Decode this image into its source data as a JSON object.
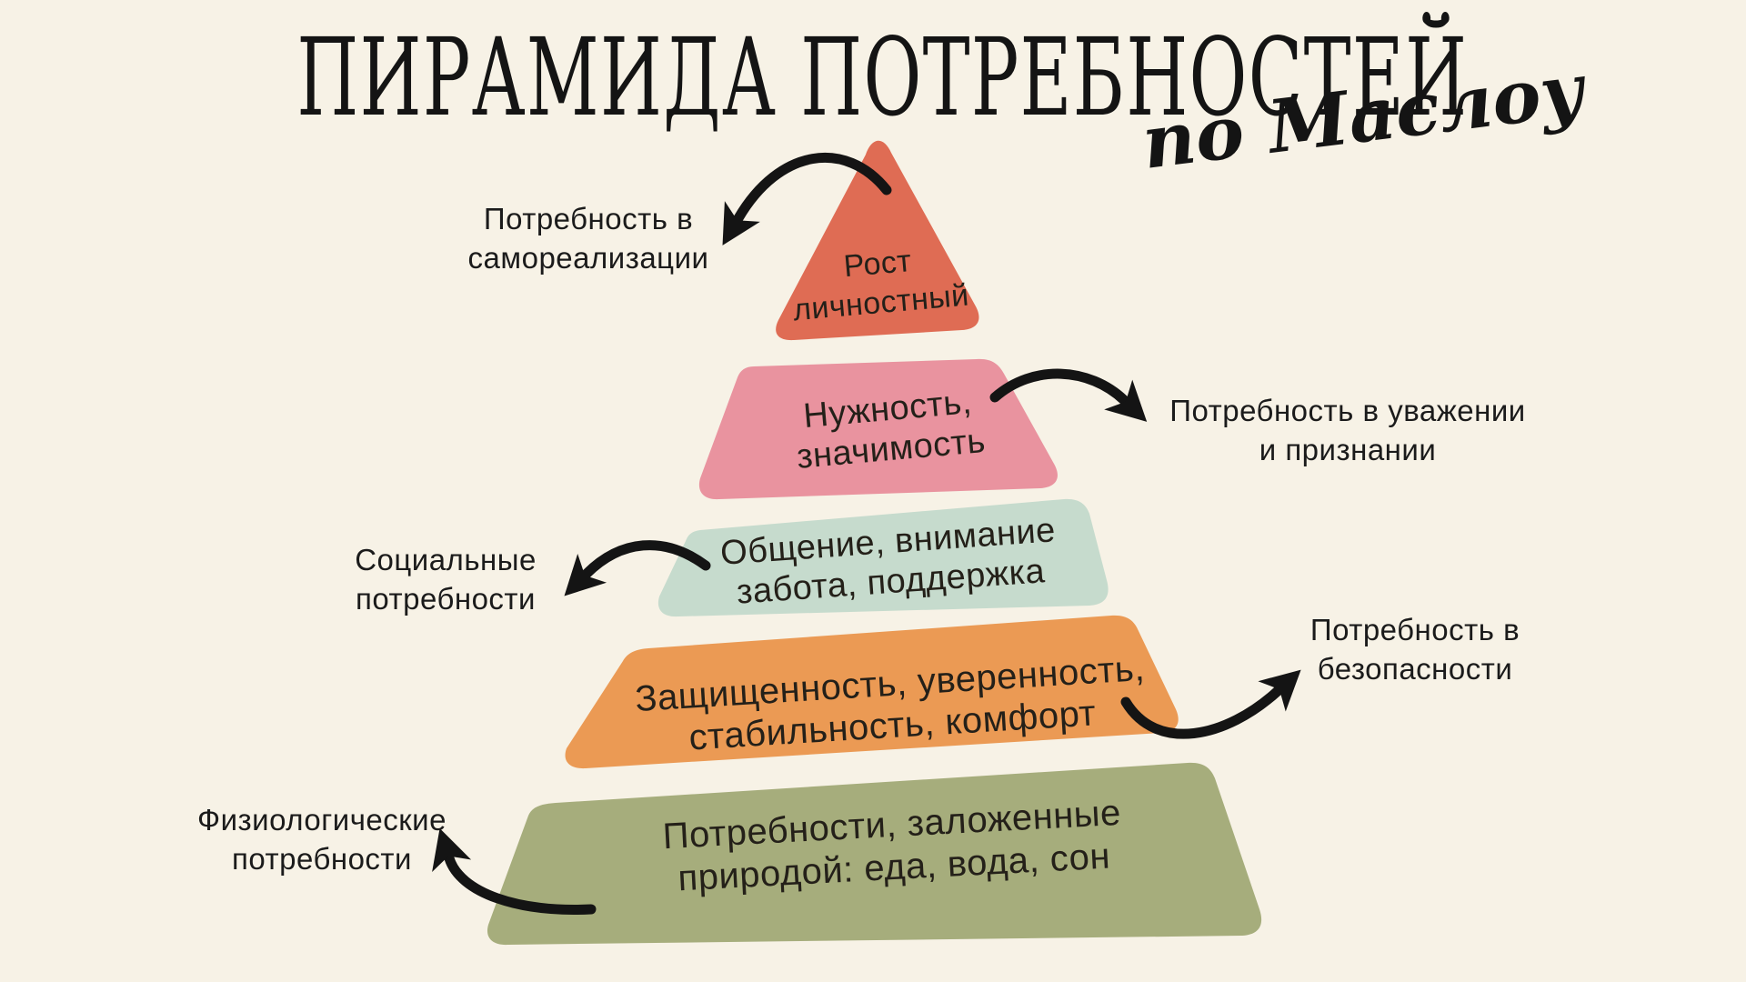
{
  "title": "ПИРАМИДА ПОТРЕБНОСТЕЙ",
  "subtitle": "по Маслоу",
  "colors": {
    "background": "#f7f2e6",
    "text": "#1e1c1a",
    "arrow": "#141414",
    "level_growth": "#df6c54",
    "level_esteem": "#e9939f",
    "level_social": "#c6dbcd",
    "level_safety": "#eb9a54",
    "level_physiological": "#a6ad7c"
  },
  "pyramid": {
    "levels": [
      {
        "name": "personal-growth",
        "line1": "Рост",
        "line2": "личностный",
        "color": "#df6c54"
      },
      {
        "name": "esteem",
        "line1": "Нужность,",
        "line2": "значимость",
        "color": "#e9939f"
      },
      {
        "name": "social",
        "line1": "Общение, внимание",
        "line2": "забота, поддержка",
        "color": "#c6dbcd"
      },
      {
        "name": "safety",
        "line1": "Защищенность, уверенность,",
        "line2": "стабильность, комфорт",
        "color": "#eb9a54"
      },
      {
        "name": "physiological",
        "line1": "Потребности, заложенные",
        "line2": "природой: еда, вода, сон",
        "color": "#a6ad7c"
      }
    ]
  },
  "annotations": [
    {
      "name": "self-actualization",
      "side": "left",
      "line1": "Потребность в",
      "line2": "самореализации"
    },
    {
      "name": "esteem-recognition",
      "side": "right",
      "line1": "Потребность в уважении",
      "line2": "и признании"
    },
    {
      "name": "social-needs",
      "side": "left",
      "line1": "Социальные",
      "line2": "потребности"
    },
    {
      "name": "safety-needs",
      "side": "right",
      "line1": "Потребность в",
      "line2": "безопасности"
    },
    {
      "name": "physiological-needs",
      "side": "left",
      "line1": "Физиологические",
      "line2": "потребности"
    }
  ]
}
